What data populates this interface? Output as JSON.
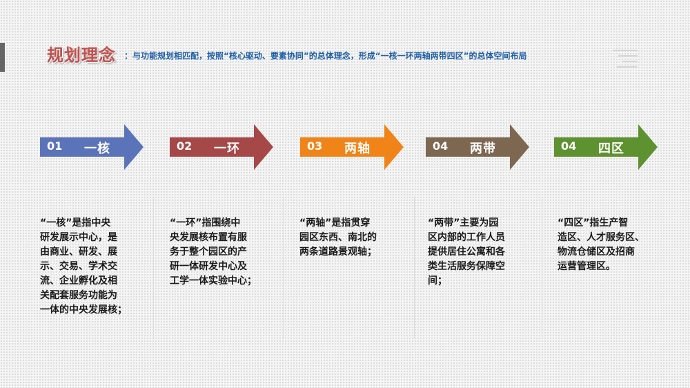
{
  "header": {
    "title": "规划理念",
    "subtitle": "：与功能规划相匹配，按照“核心驱动、要素协同”的总体理念，形成“一核一环两轴两带四区”的总体空间布局"
  },
  "steps": [
    {
      "num": "01",
      "label": "一核",
      "color": "#5b73b8",
      "desc": "“一核”是指中央\n研发展示中心，是\n由商业、研发、展\n示、交易、学术交\n流、企业孵化及相\n关配套服务功能为\n一体的中央发展核；"
    },
    {
      "num": "02",
      "label": "一环",
      "color": "#a64848",
      "desc": "“一环”指围绕中\n央发展核布置有服\n务于整个园区的产\n研一体研发中心及\n工学一体实验中心；"
    },
    {
      "num": "03",
      "label": "两轴",
      "color": "#f08418",
      "desc": "“两轴”是指贯穿\n园区东西、南北的\n两条道路景观轴；"
    },
    {
      "num": "04",
      "label": "两带",
      "color": "#7d6750",
      "desc": "“两带”主要为园\n区内部的工作人员\n提供居住公寓和各\n类生活服务保障空\n间；"
    },
    {
      "num": "04",
      "label": "四区",
      "color": "#5e9130",
      "desc": "“四区”指生产智\n造区、人才服务区、\n物流仓储区及招商\n运营管理区。"
    }
  ]
}
